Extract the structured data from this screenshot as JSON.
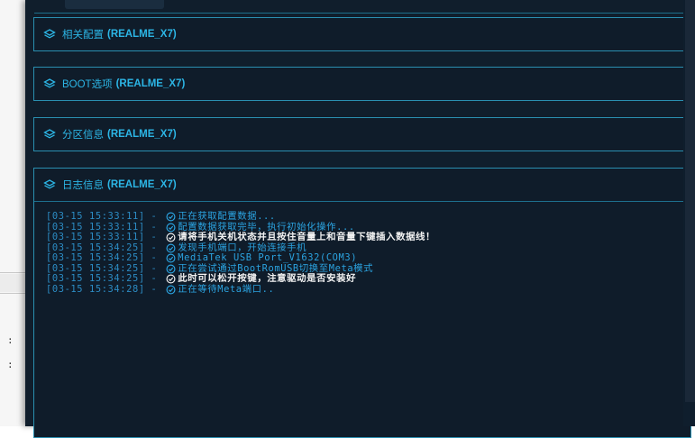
{
  "background_window": {
    "glyphs": [
      ":",
      ":"
    ]
  },
  "sections": [
    {
      "name_cn": "相关配置",
      "device": "(REALME_X7)"
    },
    {
      "name_cn": "BOOT选项",
      "device": "(REALME_X7)"
    },
    {
      "name_cn": "分区信息",
      "device": "(REALME_X7)"
    },
    {
      "name_cn": "日志信息",
      "device": "(REALME_X7)"
    }
  ],
  "log": [
    {
      "ts": "[03-15 15:33:11]",
      "sep": " - ",
      "msg": "正在获取配置数据...",
      "bold": false
    },
    {
      "ts": "[03-15 15:33:11]",
      "sep": " - ",
      "msg": "配置数据获取完毕，执行初始化操作...",
      "bold": false
    },
    {
      "ts": "[03-15 15:33:11]",
      "sep": " - ",
      "msg": "请将手机关机状态并且按住音量上和音量下键插入数据线！",
      "bold": true
    },
    {
      "ts": "[03-15 15:34:25]",
      "sep": " - ",
      "msg": "发现手机端口，开始连接手机",
      "bold": false
    },
    {
      "ts": "[03-15 15:34:25]",
      "sep": " - ",
      "msg": "MediaTek USB Port_V1632(COM3)",
      "bold": false
    },
    {
      "ts": "[03-15 15:34:25]",
      "sep": " - ",
      "msg": "正在尝试通过BootRomUSB切换至Meta模式",
      "bold": false
    },
    {
      "ts": "[03-15 15:34:25]",
      "sep": " - ",
      "msg": "此时可以松开按键，注意驱动是否安装好",
      "bold": true
    },
    {
      "ts": "[03-15 15:34:28]",
      "sep": " - ",
      "msg": "正在等待Meta端口..",
      "bold": false
    }
  ],
  "colors": {
    "accent": "#2cb6e6",
    "timestamp": "#2c8cc4",
    "message": "#2ba3e0",
    "highlight": "#f2f2f2",
    "panel_bg": "#0f1c2a",
    "border": "#2a8fb0"
  },
  "icons": {
    "section_icon": "layers-icon",
    "log_icon": "check-circle-icon"
  }
}
